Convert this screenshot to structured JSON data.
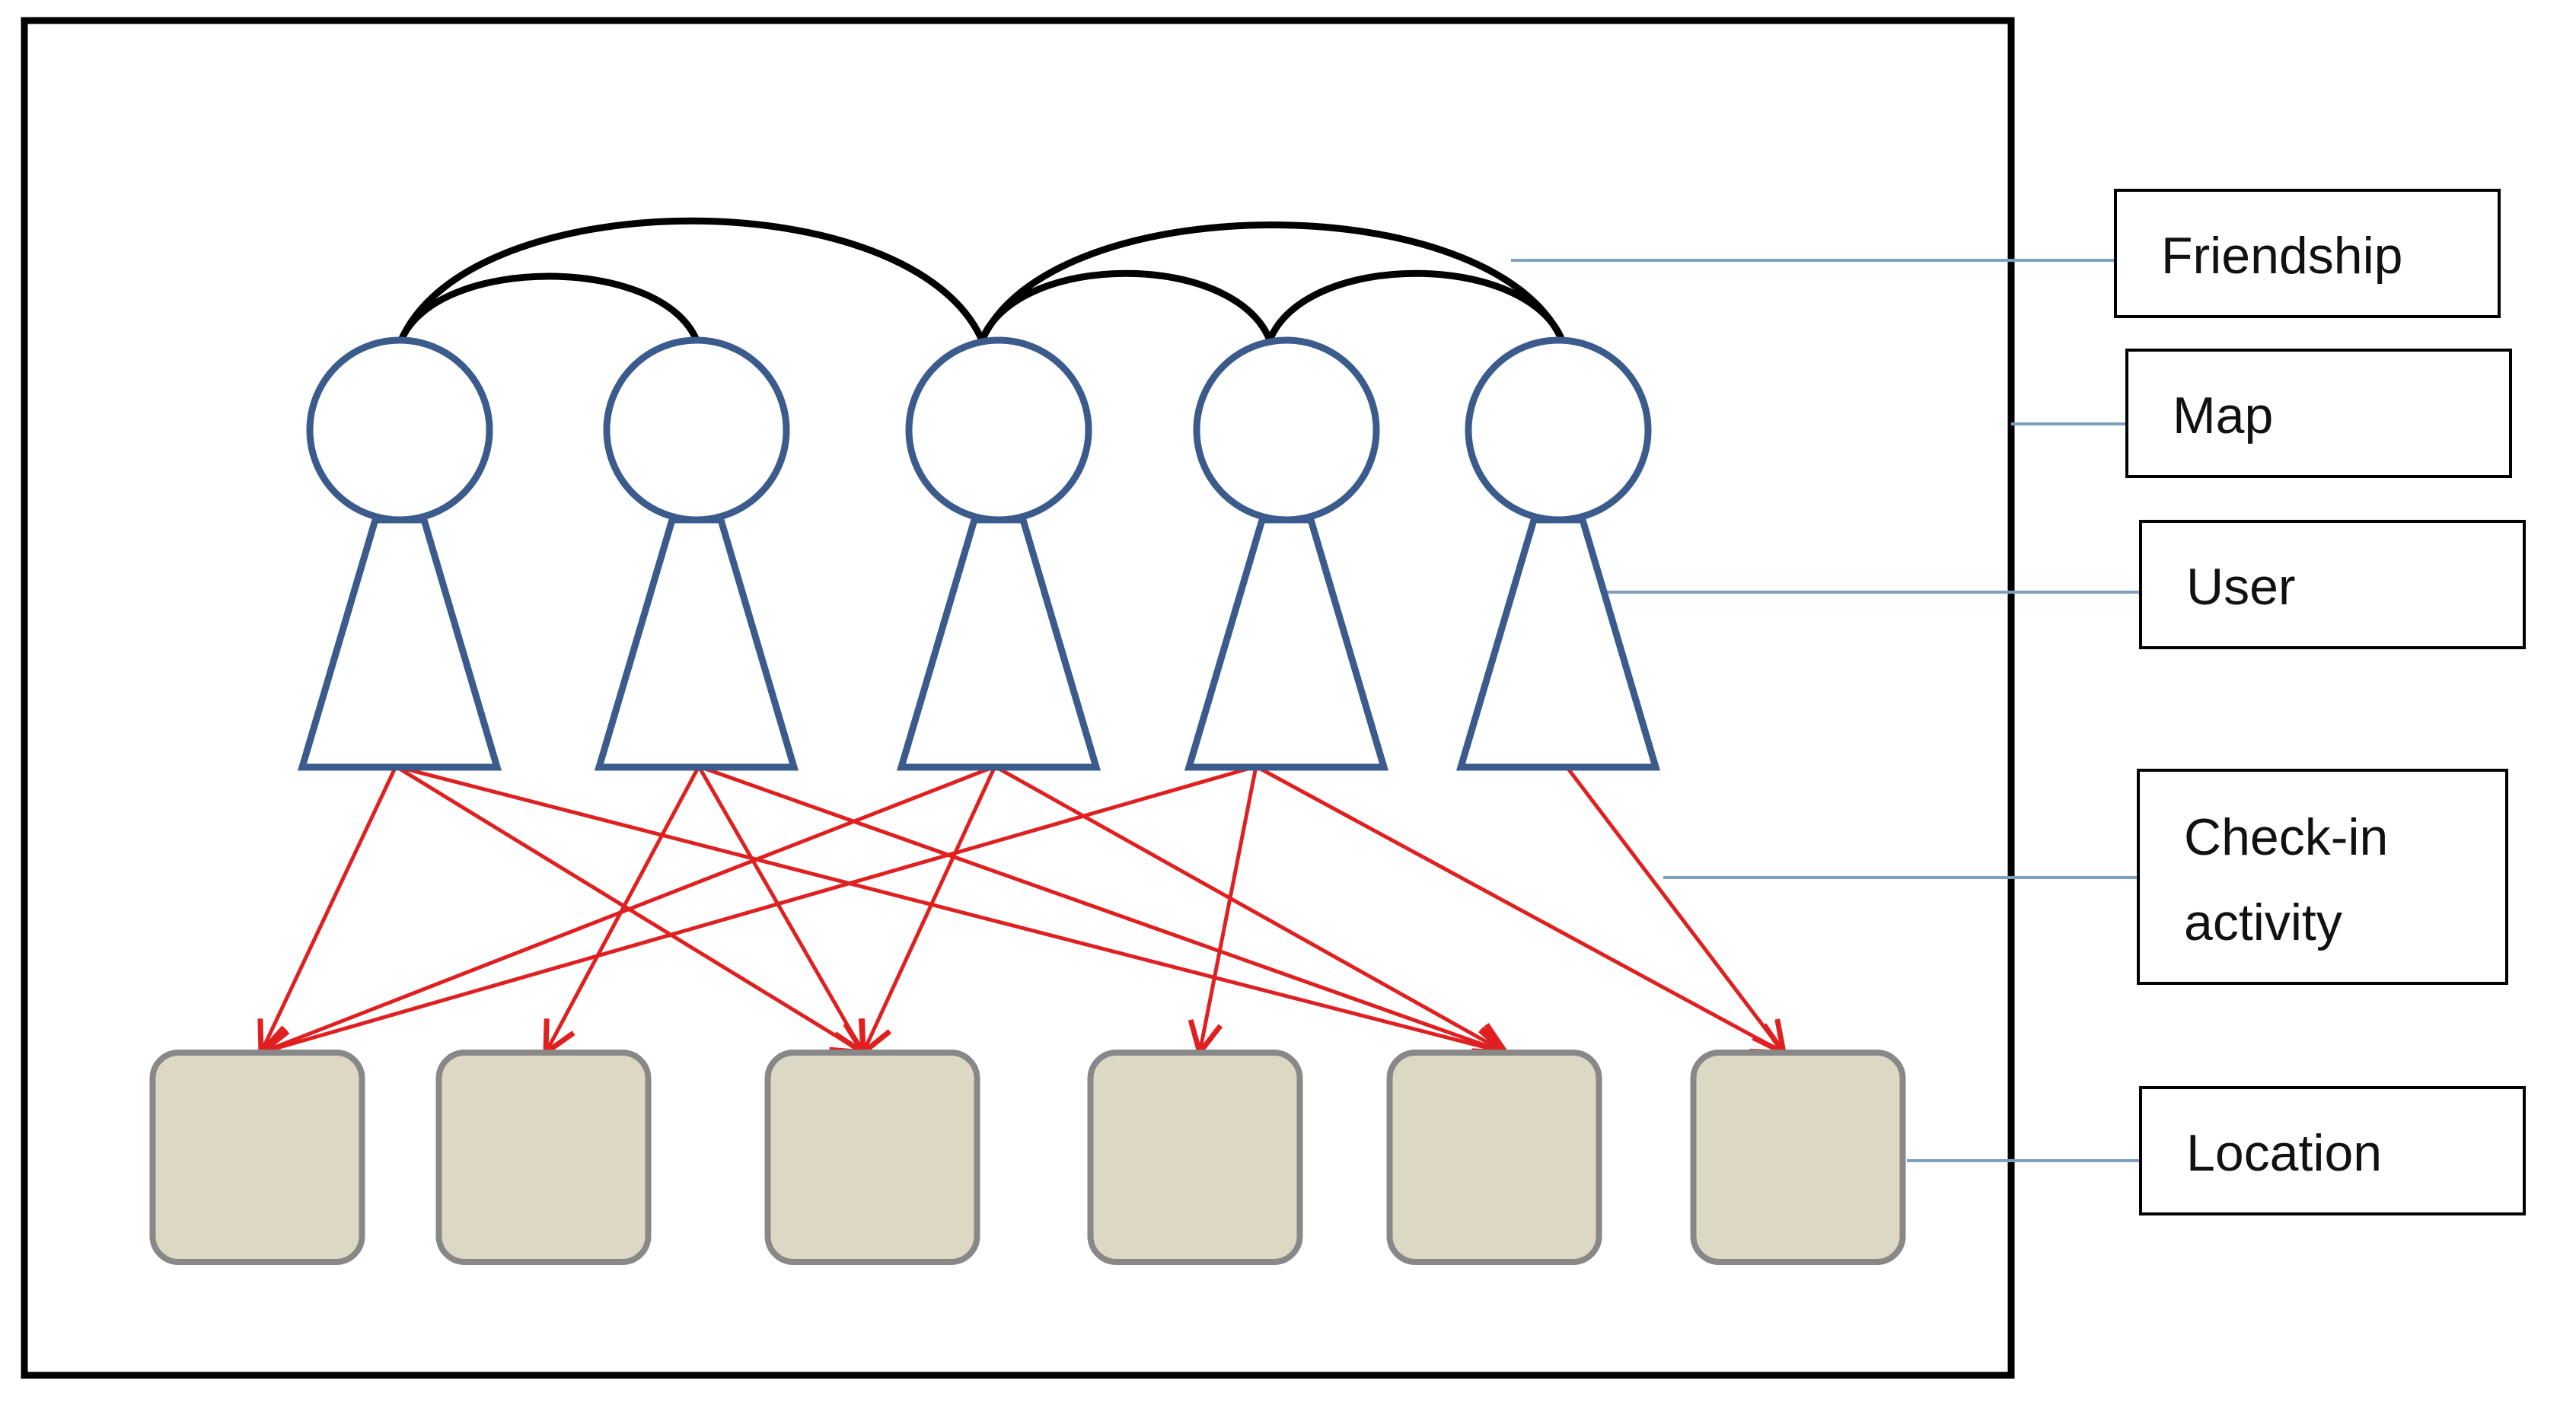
{
  "colors": {
    "user_stroke": "#3a5b8c",
    "location_fill": "#ddd8c3",
    "location_stroke": "#888888",
    "checkin_arrow": "#e02020",
    "friendship_edge": "#000000",
    "leader_line": "#7f9fc0",
    "map_border": "#000000"
  },
  "legend": {
    "friendship": "Friendship",
    "map": "Map",
    "user": "User",
    "checkin": "Check-in\nactivity",
    "location": "Location"
  },
  "diagram": {
    "users": [
      "u1",
      "u2",
      "u3",
      "u4",
      "u5"
    ],
    "locations": [
      "l1",
      "l2",
      "l3",
      "l4",
      "l5",
      "l6"
    ],
    "friendships": [
      [
        "u1",
        "u2"
      ],
      [
        "u1",
        "u3"
      ],
      [
        "u3",
        "u4"
      ],
      [
        "u3",
        "u5"
      ],
      [
        "u4",
        "u5"
      ]
    ],
    "checkins": [
      [
        "u1",
        "l1"
      ],
      [
        "u1",
        "l3"
      ],
      [
        "u1",
        "l5"
      ],
      [
        "u2",
        "l2"
      ],
      [
        "u2",
        "l3"
      ],
      [
        "u2",
        "l5"
      ],
      [
        "u3",
        "l1"
      ],
      [
        "u3",
        "l3"
      ],
      [
        "u3",
        "l5"
      ],
      [
        "u4",
        "l1"
      ],
      [
        "u4",
        "l4"
      ],
      [
        "u4",
        "l6"
      ],
      [
        "u5",
        "l6"
      ]
    ]
  }
}
